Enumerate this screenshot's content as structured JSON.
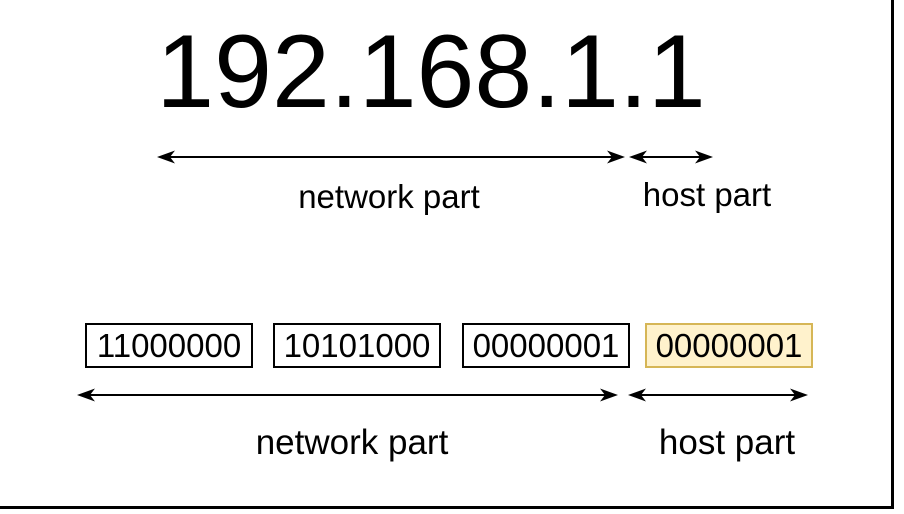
{
  "diagram": {
    "ip_address": "192.168.1.1",
    "decimal_section": {
      "network_label": "network part",
      "host_label": "host part"
    },
    "binary_section": {
      "octets": [
        {
          "bits": "11000000",
          "highlighted": false
        },
        {
          "bits": "10101000",
          "highlighted": false
        },
        {
          "bits": "00000001",
          "highlighted": false
        },
        {
          "bits": "00000001",
          "highlighted": true
        }
      ],
      "network_label": "network part",
      "host_label": "host part"
    },
    "colors": {
      "text": "#000000",
      "box_border": "#000000",
      "box_fill": "#FFFFFF",
      "highlight_fill": "#FFF2CC",
      "highlight_border": "#D6B656"
    }
  }
}
